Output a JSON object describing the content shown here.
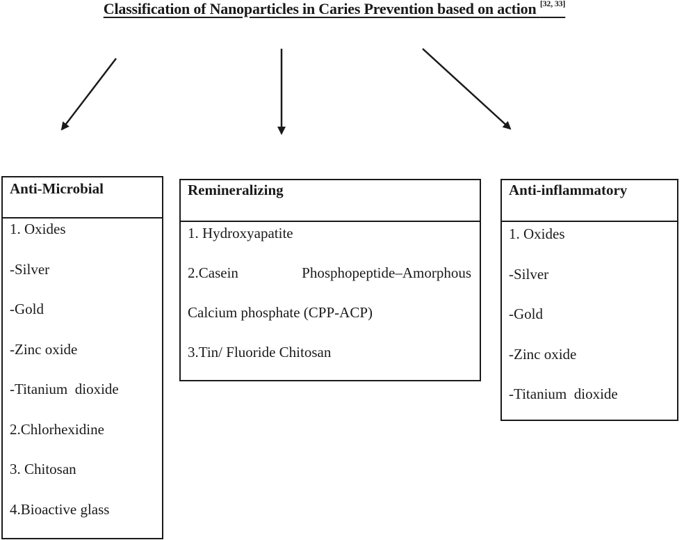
{
  "title": {
    "text": "Classification of Nanoparticles in Caries Prevention based on action",
    "refs": "[32, 33]"
  },
  "categories": [
    {
      "header": "Anti-Microbial",
      "items": [
        "1. Oxides",
        "-Silver",
        "-Gold",
        "-Zinc oxide",
        "-Titanium  dioxide",
        "2.Chlorhexidine",
        "3. Chitosan",
        "4.Bioactive glass"
      ]
    },
    {
      "header": "Remineralizing",
      "items": [
        "1. Hydroxyapatite",
        "2.Casein",
        "Phosphopeptide–Amorphous",
        "Calcium phosphate (CPP-ACP)",
        "3.Tin/ Fluoride Chitosan"
      ]
    },
    {
      "header": "Anti-inflammatory",
      "items": [
        "1. Oxides",
        "-Silver",
        "-Gold",
        "-Zinc oxide",
        "-Titanium  dioxide"
      ]
    }
  ],
  "colors": {
    "line": "#1a1a1a",
    "background": "#ffffff"
  }
}
